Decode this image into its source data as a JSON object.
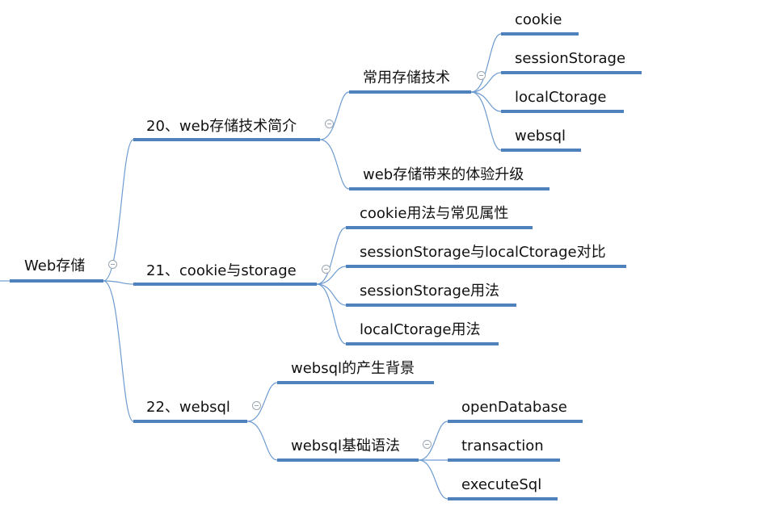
{
  "mindmap": {
    "root": "Web存储",
    "sections": [
      {
        "label": "20、web存储技术简介",
        "children": [
          {
            "label": "常用存储技术",
            "children": [
              "cookie",
              "sessionStorage",
              "localCtorage",
              "websql"
            ]
          },
          {
            "label": "web存储带来的体验升级"
          }
        ]
      },
      {
        "label": "21、cookie与storage",
        "children": [
          {
            "label": "cookie用法与常见属性"
          },
          {
            "label": "sessionStorage与localCtorage对比"
          },
          {
            "label": "sessionStorage用法"
          },
          {
            "label": "localCtorage用法"
          }
        ]
      },
      {
        "label": "22、websql",
        "children": [
          {
            "label": "websql的产生背景"
          },
          {
            "label": "websql基础语法",
            "children": [
              "openDatabase",
              "transaction",
              "executeSql"
            ]
          }
        ]
      }
    ]
  },
  "colors": {
    "underline": "#4f81bd",
    "connector": "#6d9bd1",
    "toggle": "#9aa6b3"
  }
}
